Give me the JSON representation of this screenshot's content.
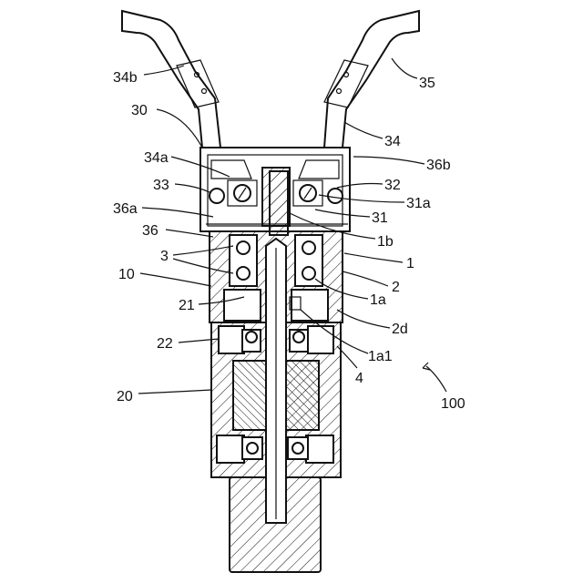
{
  "labels": {
    "l34b": "34b",
    "l35": "35",
    "l30": "30",
    "l34": "34",
    "l34a": "34a",
    "l36b": "36b",
    "l33": "33",
    "l32": "32",
    "l36a": "36a",
    "l31a": "31a",
    "l31": "31",
    "l36": "36",
    "l1b": "1b",
    "l3": "3",
    "l1": "1",
    "l10": "10",
    "l2": "2",
    "l21": "21",
    "l1a": "1a",
    "l2d": "2d",
    "l22": "22",
    "l1a1": "1a1",
    "l4": "4",
    "l20": "20",
    "l100": "100"
  },
  "colors": {
    "line": "#111111",
    "background": "#ffffff"
  }
}
